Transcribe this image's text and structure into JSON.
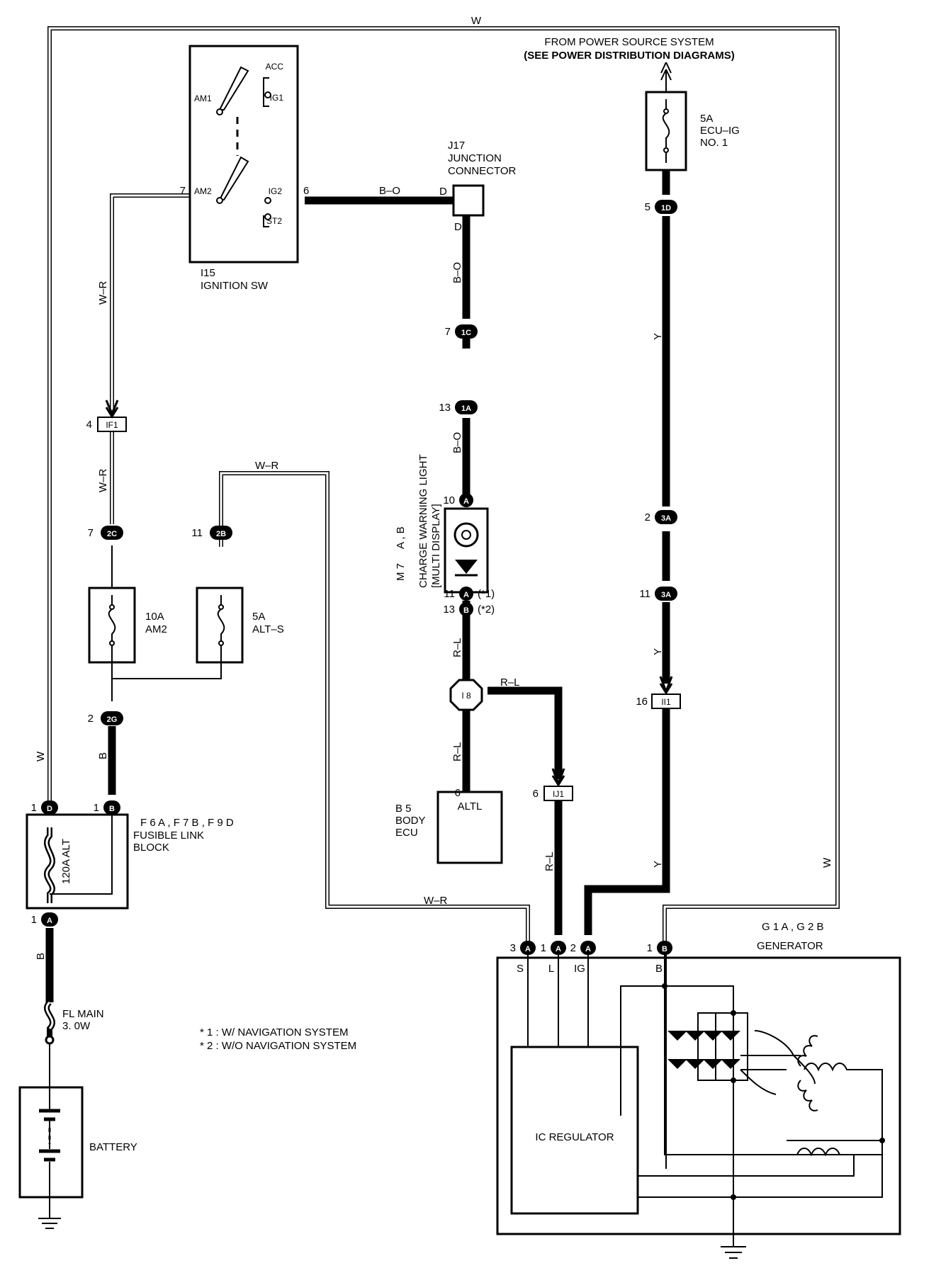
{
  "top_labels": {
    "wire_top": "W",
    "power_source_line1": "FROM POWER SOURCE SYSTEM",
    "power_source_line2": "(SEE POWER DISTRIBUTION DIAGRAMS)"
  },
  "ignition_switch": {
    "code": "I15",
    "name": "IGNITION SW",
    "terminals": [
      "ACC",
      "AM1",
      "IG1",
      "AM2",
      "IG2",
      "ST2"
    ],
    "pin_am2": "7",
    "pin_ig2": "6"
  },
  "junction_connector": {
    "code": "J17",
    "line1": "JUNCTION",
    "line2": "CONNECTOR",
    "pin_in": "D",
    "pin_out": "D"
  },
  "fuse_ecu_ig": {
    "rating": "5A",
    "line2": "ECU–IG",
    "line3": "NO. 1"
  },
  "fuse_am2": {
    "rating": "10A",
    "name": "AM2"
  },
  "fuse_alt_s": {
    "rating": "5A",
    "name": "ALT–S"
  },
  "fusible_link": {
    "rating": "120A ALT",
    "line1": "FUSIBLE LINK",
    "line2": "BLOCK",
    "connector_refs": "F 6 A , F 7 B , F 9 D"
  },
  "fl_main": {
    "line1": "FL MAIN",
    "line2": "3. 0W"
  },
  "battery": {
    "name": "BATTERY"
  },
  "charge_light": {
    "code": "M 7",
    "connector_refs": "A , B",
    "line1": "CHARGE WARNING LIGHT",
    "line2": "[MULTI DISPLAY]"
  },
  "body_ecu": {
    "code": "B 5",
    "line1": "BODY",
    "line2": "ECU",
    "terminal": "ALTL",
    "pin": "6"
  },
  "generator": {
    "refs": "G 1 A , G 2 B",
    "name": "GENERATOR",
    "terminals": [
      "S",
      "L",
      "IG",
      "B"
    ],
    "regulator": "IC REGULATOR"
  },
  "footnotes": [
    "* 1 : W/ NAVIGATION SYSTEM",
    "* 2 : W/O NAVIGATION SYSTEM"
  ],
  "connectors": {
    "1D_pin": "5",
    "1D": "1D",
    "1C_pin": "7",
    "1C": "1C",
    "1A_pin": "13",
    "1A": "1A",
    "IF1_pin": "4",
    "IF1": "IF1",
    "2C_pin": "7",
    "2C": "2C",
    "2B_pin": "11",
    "2B": "2B",
    "2G_pin": "2",
    "2G": "2G",
    "3A1_pin": "2",
    "3A1": "3A",
    "3A2_pin": "11",
    "3A2": "3A",
    "II1_pin": "16",
    "II1": "II1",
    "IJ1_pin": "6",
    "IJ1": "IJ1",
    "I8": "I 8",
    "M7A_top_pin": "10",
    "M7A_top": "A",
    "M7A_bot_pin": "11",
    "M7A_bot": "A",
    "M7A_note": "(*1)",
    "M7B_bot_pin": "13",
    "M7B_bot": "B",
    "M7B_note": "(*2)",
    "FL_D_pin": "1",
    "FL_D": "D",
    "FL_B_pin": "1",
    "FL_B": "B",
    "FL_A_pin": "1",
    "FL_A": "A",
    "G_S_pin": "3",
    "G_S": "A",
    "G_L_pin": "1",
    "G_L": "A",
    "G_IG_pin": "2",
    "G_IG": "A",
    "G_B_pin": "1",
    "G_B": "B"
  },
  "wire_colors": {
    "ig_to_junction": "B–O",
    "junction_down": "B–O",
    "into_light": "B–O",
    "am2_wire": "W–R",
    "if1_to_2c": "W–R",
    "alt_s_top": "W–R",
    "alt_s_bottom": "W–R",
    "ecu_ig_down": "Y",
    "y_lower": "Y",
    "y_gen": "Y",
    "left_w": "W",
    "right_w": "W",
    "fl_b": "B",
    "fl_main_b": "B",
    "light_rl": "R–L",
    "i8_right": "R–L",
    "i8_down": "R–L",
    "ij1_down": "R–L"
  }
}
